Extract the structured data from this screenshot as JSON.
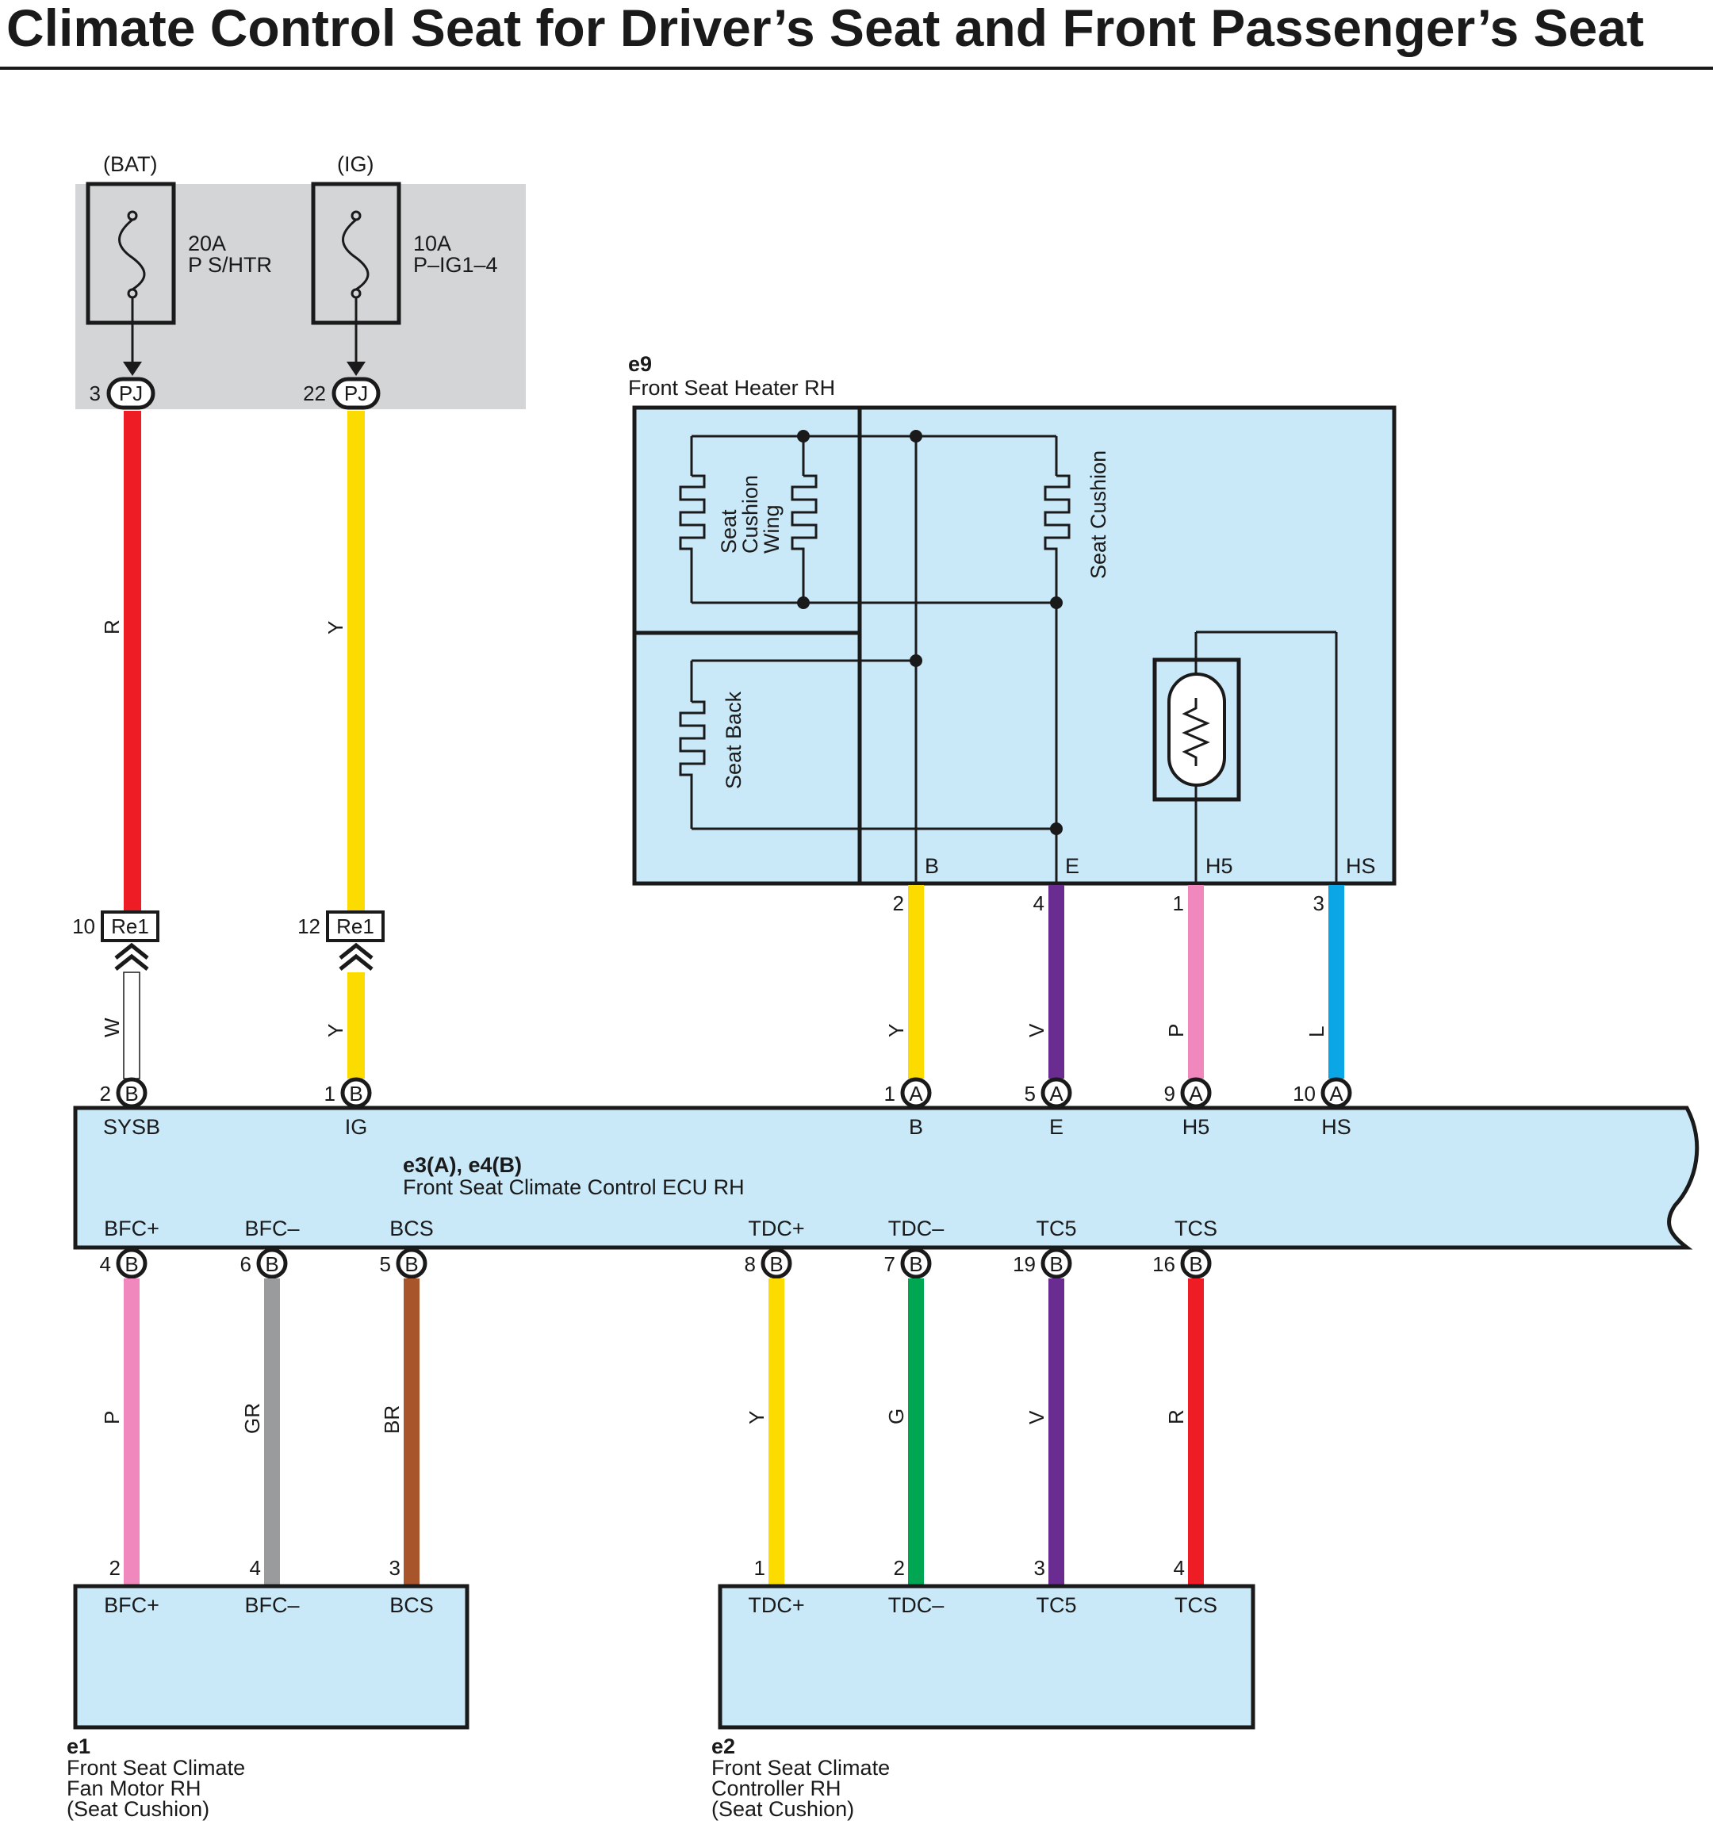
{
  "title": "Climate Control Seat for Driver’s Seat and Front Passenger’s Seat",
  "colors": {
    "component_fill": "#c9e8f8",
    "junction_fill": "#d4d5d7",
    "wire_R": "#ee1c25",
    "wire_Y": "#fcdc00",
    "wire_W": "#ffffff",
    "wire_V": "#6a2c91",
    "wire_P": "#f088bd",
    "wire_L": "#0aa6e6",
    "wire_GR": "#9a9b9d",
    "wire_BR": "#a8552c",
    "wire_G": "#00a651"
  },
  "power": {
    "bat": {
      "source": "(BAT)",
      "rating": "20A",
      "name": "P S/HTR",
      "connector": "PJ",
      "pin": "3"
    },
    "ig": {
      "source": "(IG)",
      "rating": "10A",
      "name": "P–IG1–4",
      "connector": "PJ",
      "pin": "22"
    }
  },
  "inline_connectors": [
    {
      "code": "Re1",
      "pin": "10"
    },
    {
      "code": "Re1",
      "pin": "12"
    }
  ],
  "e9": {
    "code": "e9",
    "name": "Front Seat Heater RH",
    "heaters": [
      "Seat Cushion Wing",
      "Seat Cushion",
      "Seat Back"
    ],
    "wing_lines": [
      "Seat",
      "Cushion",
      "Wing"
    ],
    "terminals": [
      {
        "name": "B",
        "pin": "2"
      },
      {
        "name": "E",
        "pin": "4"
      },
      {
        "name": "H5",
        "pin": "1"
      },
      {
        "name": "HS",
        "pin": "3"
      }
    ]
  },
  "ecu": {
    "code": "e3(A), e4(B)",
    "name": "Front Seat Climate Control ECU RH",
    "top_terminals": [
      {
        "name": "SYSB",
        "pin": "2",
        "conn": "B"
      },
      {
        "name": "IG",
        "pin": "1",
        "conn": "B"
      },
      {
        "name": "B",
        "pin": "1",
        "conn": "A"
      },
      {
        "name": "E",
        "pin": "5",
        "conn": "A"
      },
      {
        "name": "H5",
        "pin": "9",
        "conn": "A"
      },
      {
        "name": "HS",
        "pin": "10",
        "conn": "A"
      }
    ],
    "bottom_terminals": [
      {
        "name": "BFC+",
        "pin": "4",
        "conn": "B"
      },
      {
        "name": "BFC–",
        "pin": "6",
        "conn": "B"
      },
      {
        "name": "BCS",
        "pin": "5",
        "conn": "B"
      },
      {
        "name": "TDC+",
        "pin": "8",
        "conn": "B"
      },
      {
        "name": "TDC–",
        "pin": "7",
        "conn": "B"
      },
      {
        "name": "TC5",
        "pin": "19",
        "conn": "B"
      },
      {
        "name": "TCS",
        "pin": "16",
        "conn": "B"
      }
    ]
  },
  "wires": {
    "bat_to_re1": "R",
    "ig_to_re1": "Y",
    "re1_to_sysb": "W",
    "re1_to_ig": "Y",
    "b": "Y",
    "e": "V",
    "h5": "P",
    "hs": "L",
    "bfc_plus": "P",
    "bfc_minus": "GR",
    "bcs": "BR",
    "tdc_plus": "Y",
    "tdc_minus": "G",
    "tc5": "V",
    "tcs": "R"
  },
  "e1": {
    "code": "e1",
    "name_lines": [
      "Front Seat Climate",
      "Fan Motor RH",
      "(Seat Cushion)"
    ],
    "terminals": [
      {
        "name": "BFC+",
        "pin": "2"
      },
      {
        "name": "BFC–",
        "pin": "4"
      },
      {
        "name": "BCS",
        "pin": "3"
      }
    ]
  },
  "e2": {
    "code": "e2",
    "name_lines": [
      "Front Seat Climate",
      "Controller RH",
      "(Seat Cushion)"
    ],
    "terminals": [
      {
        "name": "TDC+",
        "pin": "1"
      },
      {
        "name": "TDC–",
        "pin": "2"
      },
      {
        "name": "TC5",
        "pin": "3"
      },
      {
        "name": "TCS",
        "pin": "4"
      }
    ]
  }
}
